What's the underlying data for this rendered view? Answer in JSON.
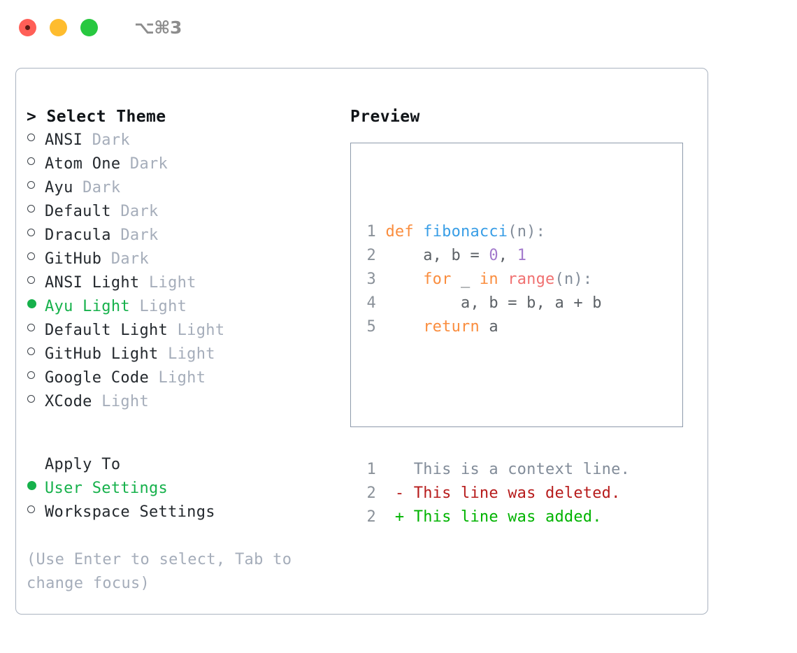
{
  "window": {
    "traffic_lights": [
      "close",
      "minimize",
      "zoom"
    ],
    "shortcut": "⌥⌘3"
  },
  "theme_list": {
    "title": "> Select Theme",
    "options": [
      {
        "bullet": "circle-outline",
        "label": "ANSI",
        "tag": " Dark",
        "selected": false
      },
      {
        "bullet": "circle-outline",
        "label": "Atom One",
        "tag": " Dark",
        "selected": false
      },
      {
        "bullet": "circle-outline",
        "label": "Ayu",
        "tag": " Dark",
        "selected": false
      },
      {
        "bullet": "circle-outline",
        "label": "Default",
        "tag": " Dark",
        "selected": false
      },
      {
        "bullet": "circle-outline",
        "label": "Dracula",
        "tag": " Dark",
        "selected": false
      },
      {
        "bullet": "circle-outline",
        "label": "GitHub",
        "tag": " Dark",
        "selected": false
      },
      {
        "bullet": "circle-outline",
        "label": "ANSI Light",
        "tag": " Light",
        "selected": false
      },
      {
        "bullet": "circle-filled",
        "label": "Ayu Light",
        "tag": " Light",
        "selected": true
      },
      {
        "bullet": "circle-outline",
        "label": "Default Light",
        "tag": " Light",
        "selected": false
      },
      {
        "bullet": "circle-outline",
        "label": "GitHub Light",
        "tag": " Light",
        "selected": false
      },
      {
        "bullet": "circle-outline",
        "label": "Google Code",
        "tag": " Light",
        "selected": false
      },
      {
        "bullet": "circle-outline",
        "label": "XCode",
        "tag": " Light",
        "selected": false
      }
    ]
  },
  "apply_to": {
    "title": "Apply To",
    "options": [
      {
        "bullet": "circle-filled",
        "label": "User Settings",
        "tag": "",
        "selected": true
      },
      {
        "bullet": "circle-outline",
        "label": "Workspace Settings",
        "tag": "",
        "selected": false
      }
    ]
  },
  "hint": "(Use Enter to select, Tab to change focus)",
  "preview": {
    "title": "Preview",
    "code_lines": [
      {
        "num": "1",
        "tokens": [
          {
            "t": " ",
            "c": "plain"
          },
          {
            "t": "def",
            "c": "kw"
          },
          {
            "t": " ",
            "c": "plain"
          },
          {
            "t": "fibonacci",
            "c": "fn"
          },
          {
            "t": "(n):",
            "c": "punc"
          }
        ]
      },
      {
        "num": "2",
        "tokens": [
          {
            "t": "     a, b = ",
            "c": "plain"
          },
          {
            "t": "0",
            "c": "num"
          },
          {
            "t": ", ",
            "c": "plain"
          },
          {
            "t": "1",
            "c": "num"
          }
        ]
      },
      {
        "num": "3",
        "tokens": [
          {
            "t": "     ",
            "c": "plain"
          },
          {
            "t": "for",
            "c": "kw"
          },
          {
            "t": " _ ",
            "c": "plain"
          },
          {
            "t": "in",
            "c": "kw"
          },
          {
            "t": " ",
            "c": "plain"
          },
          {
            "t": "range",
            "c": "call"
          },
          {
            "t": "(n):",
            "c": "punc"
          }
        ]
      },
      {
        "num": "4",
        "tokens": [
          {
            "t": "         a, b = b, a + b",
            "c": "plain"
          }
        ]
      },
      {
        "num": "5",
        "tokens": [
          {
            "t": "     ",
            "c": "plain"
          },
          {
            "t": "return",
            "c": "kw"
          },
          {
            "t": " a",
            "c": "plain"
          }
        ]
      }
    ],
    "diff_lines": [
      {
        "num": "1",
        "marker": "  ",
        "text": "This is a context line.",
        "kind": "context"
      },
      {
        "num": "2",
        "marker": "- ",
        "text": "This line was deleted.",
        "kind": "deleted"
      },
      {
        "num": "2",
        "marker": "+ ",
        "text": "This line was added.",
        "kind": "added"
      }
    ]
  },
  "colors": {
    "accent_green": "#16b14b",
    "muted_text": "#a5adba",
    "border": "#aab3c0",
    "preview_border": "#8e9aab",
    "kw_orange": "#fa8d3e",
    "fn_blue": "#399ee6",
    "num_purple": "#a37acc",
    "call_red": "#f07171",
    "diff_del": "#b71c1c",
    "diff_add": "#00b300",
    "line_number": "#8a9199"
  }
}
